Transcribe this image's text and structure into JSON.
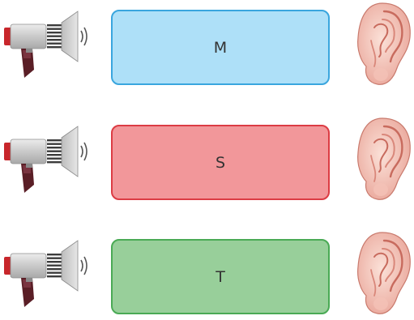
{
  "rows": [
    {
      "label": "M",
      "fill": "#aee0f8",
      "border": "#3aa6de"
    },
    {
      "label": "S",
      "fill": "#f2979a",
      "border": "#dc3c44"
    },
    {
      "label": "T",
      "fill": "#98cf9a",
      "border": "#4aaa55"
    }
  ],
  "icons": {
    "source": "megaphone-icon",
    "receiver": "ear-icon"
  }
}
